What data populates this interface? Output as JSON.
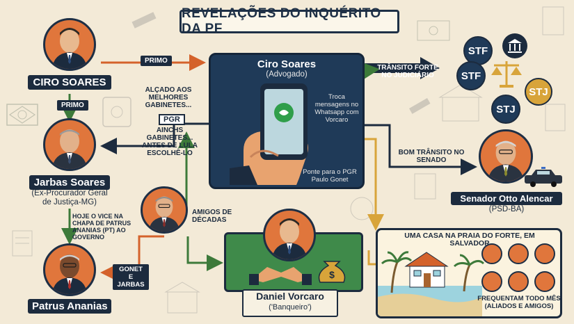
{
  "header": {
    "title": "REVELAÇÕES DO INQUÉRITO DA PF"
  },
  "people": {
    "ciro_left": {
      "name": "CIRO SOARES"
    },
    "jarbas": {
      "name": "Jarbas Soares",
      "role_line1": "(Ex-Procurador Geral",
      "role_line2": "de Justiça-MG)"
    },
    "patrus": {
      "name": "Patrus Ananias"
    },
    "center": {
      "name": "Ciro Soares",
      "role": "(Advogado)",
      "phone_note": "Troca mensagens no Whatsapp com Vorcaro",
      "pgr_note": "Ponte para o PGR Paulo Gonet"
    },
    "vorcaro": {
      "name": "Daniel Vorcaro",
      "role": "('Banqueiro')"
    },
    "otto": {
      "name": "Senador Otto Alencar",
      "role": "(PSD-BA)"
    }
  },
  "labels": {
    "primo_top": "PRIMO",
    "primo_mid": "PRIMO",
    "alcado": "ALÇADO AOS MELHORES GABINETES...",
    "pgr": "PGR",
    "ainda": "AINCHS GABINETES... ANTES DE LULA ESCOLHÊ-LO",
    "vice": "HOJE O VICE NA CHAPA DE PATRUS ANANIAS (PT) AO GOVERNO",
    "amigos": "AMIGOS DE DÉCADAS",
    "gonet": "GONET E JARBAS",
    "transito_forte": "TRÂNSITO FORTE NO JUDICIÁRIO",
    "bom_transito": "BOM TRÂNSITO NO SENADO"
  },
  "courts": [
    "STF",
    "STF",
    "STJ",
    "STJ"
  ],
  "beach": {
    "title": "UMA CASA NA PRAIA DO FORTE, EM SALVADOR",
    "caption": "FREQUENTAM TODO MÊS (ALIADOS E AMIGOS)"
  },
  "colors": {
    "navy": "#1c2b3e",
    "orange": "#e0763c",
    "green": "#3d7a3a",
    "gold": "#d8a43a",
    "beige": "#f3ead7"
  }
}
